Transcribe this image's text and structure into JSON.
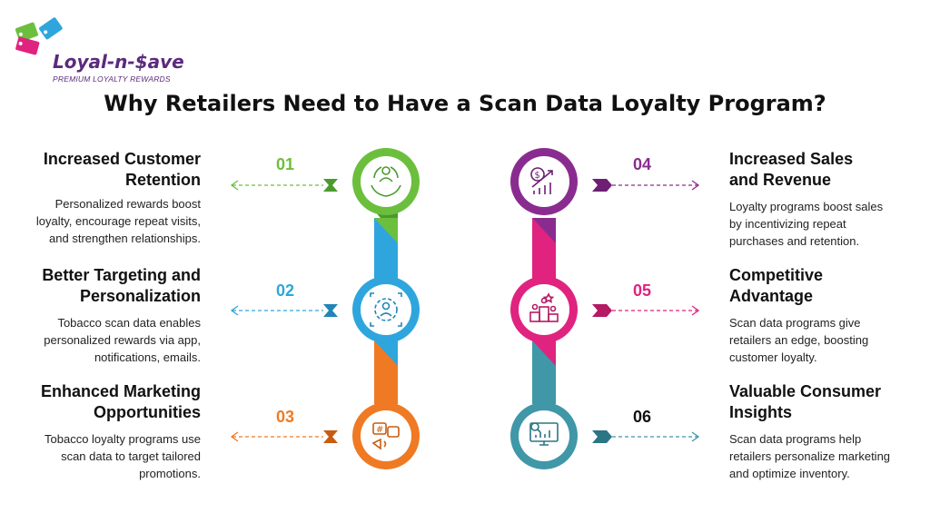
{
  "brand": {
    "name": "Loyal-n-$ave",
    "tagline": "PREMIUM LOYALTY REWARDS"
  },
  "title": "Why Retailers Need to Have a Scan Data Loyalty Program?",
  "colors": {
    "green": "#6cbf3d",
    "blue": "#2ea6dd",
    "orange": "#ef7a23",
    "purple": "#8a2c8f",
    "magenta": "#e0237f",
    "teal": "#3f97a8"
  },
  "items": [
    {
      "number": "01",
      "title_line1": "Increased Customer",
      "title_line2": "Retention",
      "desc_line1": "Personalized rewards boost",
      "desc_line2": "loyalty, encourage repeat visits,",
      "desc_line3": "and strengthen relationships.",
      "icon": "hands-people-icon"
    },
    {
      "number": "02",
      "title_line1": "Better Targeting and",
      "title_line2": "Personalization",
      "desc_line1": "Tobacco scan data enables",
      "desc_line2": "personalized rewards via app,",
      "desc_line3": "notifications, emails.",
      "icon": "gear-person-icon"
    },
    {
      "number": "03",
      "title_line1": "Enhanced Marketing",
      "title_line2": "Opportunities",
      "desc_line1": "Tobacco loyalty programs use",
      "desc_line2": "scan data to target tailored",
      "desc_line3": "promotions.",
      "icon": "megaphone-social-icon"
    },
    {
      "number": "04",
      "title_line1": "Increased Sales",
      "title_line2": "and Revenue",
      "desc_line1": "Loyalty programs boost sales",
      "desc_line2": "by incentivizing repeat",
      "desc_line3": "purchases and retention.",
      "icon": "dollar-growth-chart-icon"
    },
    {
      "number": "05",
      "title_line1": "Competitive",
      "title_line2": "Advantage",
      "desc_line1": "Scan data programs give",
      "desc_line2": "retailers an edge, boosting",
      "desc_line3": "customer loyalty.",
      "icon": "podium-winners-icon"
    },
    {
      "number": "06",
      "title_line1": "Valuable Consumer",
      "title_line2": "Insights",
      "desc_line1": "Scan data programs help",
      "desc_line2": "retailers personalize marketing",
      "desc_line3": "and optimize inventory.",
      "icon": "monitor-analytics-icon"
    }
  ]
}
